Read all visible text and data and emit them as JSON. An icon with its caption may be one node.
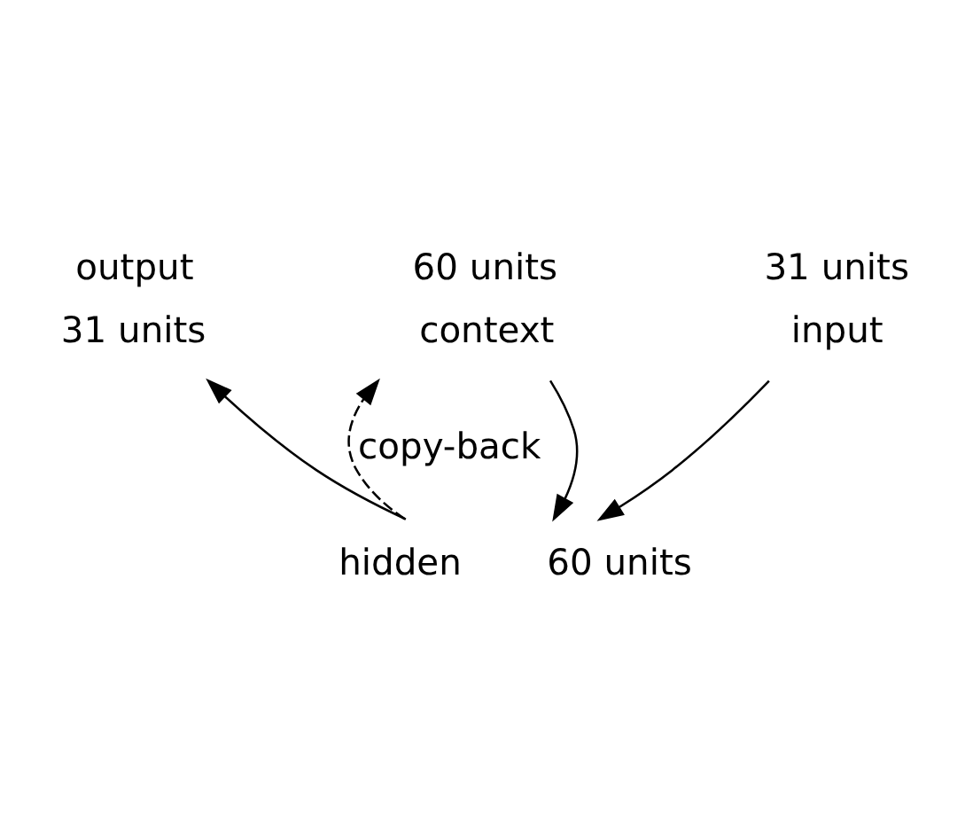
{
  "diagram": {
    "nodes": [
      {
        "text": [
          "31 units"
        ],
        "beside": [
          "output"
        ]
      },
      {
        "text": [
          "60 units"
        ],
        "beside": [
          "hidden"
        ]
      },
      {
        "text": [
          "31 units"
        ],
        "beside": [
          "input"
        ]
      },
      {
        "text": [
          "60 units"
        ],
        "beside": [
          "context"
        ]
      }
    ],
    "edges": [
      {
        "from": 1,
        "to": 0,
        "arrow": "to"
      },
      {
        "from": 2,
        "to": 1,
        "arrow": "to"
      },
      {
        "from": 3,
        "to": 1,
        "arrow": "to"
      },
      {
        "from": 1,
        "to": 3,
        "arrow": "to",
        "style": "dashed",
        "label": "copy-back"
      }
    ]
  }
}
